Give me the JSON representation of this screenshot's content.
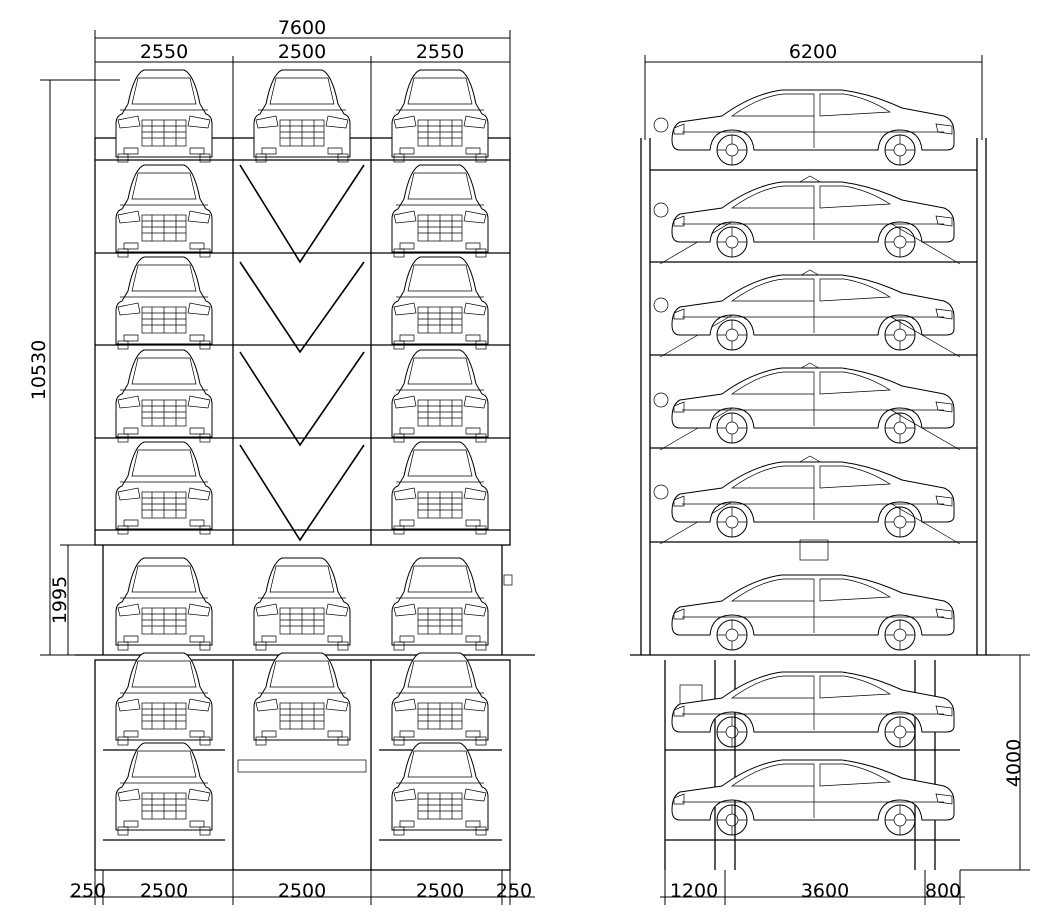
{
  "front_view": {
    "dims_top": {
      "overall": "7600",
      "bay1": "2550",
      "bay2": "2500",
      "bay3": "2550"
    },
    "dims_left": {
      "total_height": "10530",
      "ground_level": "1995"
    },
    "dims_bottom": {
      "edge_left": "250",
      "bay1": "2500",
      "bay2": "2500",
      "bay3": "2500",
      "edge_right": "250"
    }
  },
  "side_view": {
    "dims_top": {
      "overall": "6200"
    },
    "dims_right": {
      "pit_depth": "4000"
    },
    "dims_bottom": {
      "left": "1200",
      "center": "3600",
      "right": "800"
    }
  }
}
